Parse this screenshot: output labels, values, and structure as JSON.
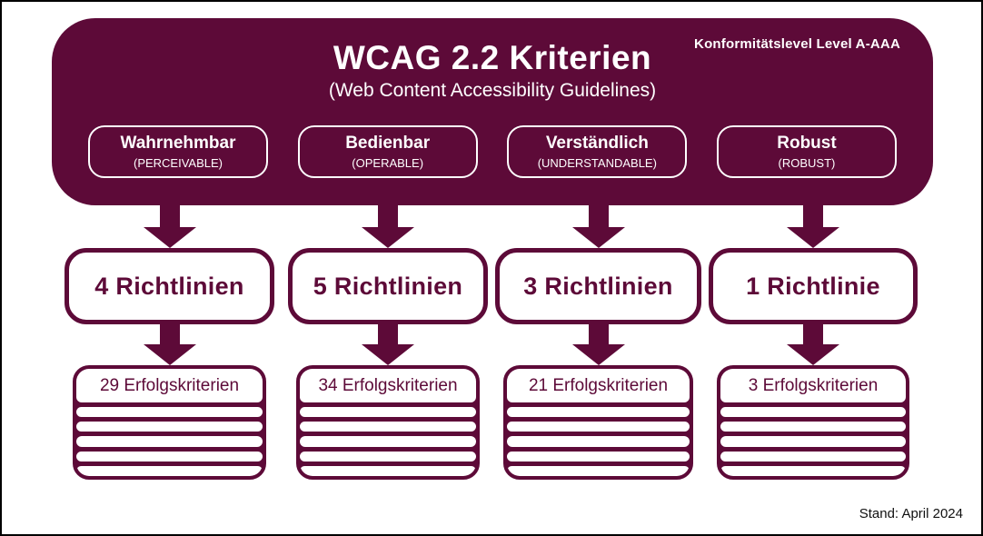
{
  "header": {
    "title": "WCAG 2.2 Kriterien",
    "subtitle": "(Web Content Accessibility Guidelines)",
    "conformance_note": "Konformitätslevel Level A-AAA"
  },
  "footer": {
    "note": "Stand: April 2024"
  },
  "colors": {
    "maroon": "#5D0A38",
    "background": "#FFFFFF",
    "frame_border": "#000000",
    "text_on_maroon": "#FFFFFF"
  },
  "icons": {
    "down_arrow": "▼"
  },
  "principles": [
    {
      "name": "Wahrnehmbar",
      "english": "(PERCEIVABLE)",
      "guidelines_label": "4 Richtlinien",
      "guidelines_count": 4,
      "criteria_label": "29 Erfolgskriterien",
      "criteria_count": 29
    },
    {
      "name": "Bedienbar",
      "english": "(OPERABLE)",
      "guidelines_label": "5 Richtlinien",
      "guidelines_count": 5,
      "criteria_label": "34 Erfolgskriterien",
      "criteria_count": 34
    },
    {
      "name": "Verständlich",
      "english": "(UNDERSTANDABLE)",
      "guidelines_label": "3 Richtlinien",
      "guidelines_count": 3,
      "criteria_label": "21 Erfolgskriterien",
      "criteria_count": 21
    },
    {
      "name": "Robust",
      "english": "(ROBUST)",
      "guidelines_label": "1 Richtlinie",
      "guidelines_count": 1,
      "criteria_label": "3 Erfolgskriterien",
      "criteria_count": 3
    }
  ]
}
